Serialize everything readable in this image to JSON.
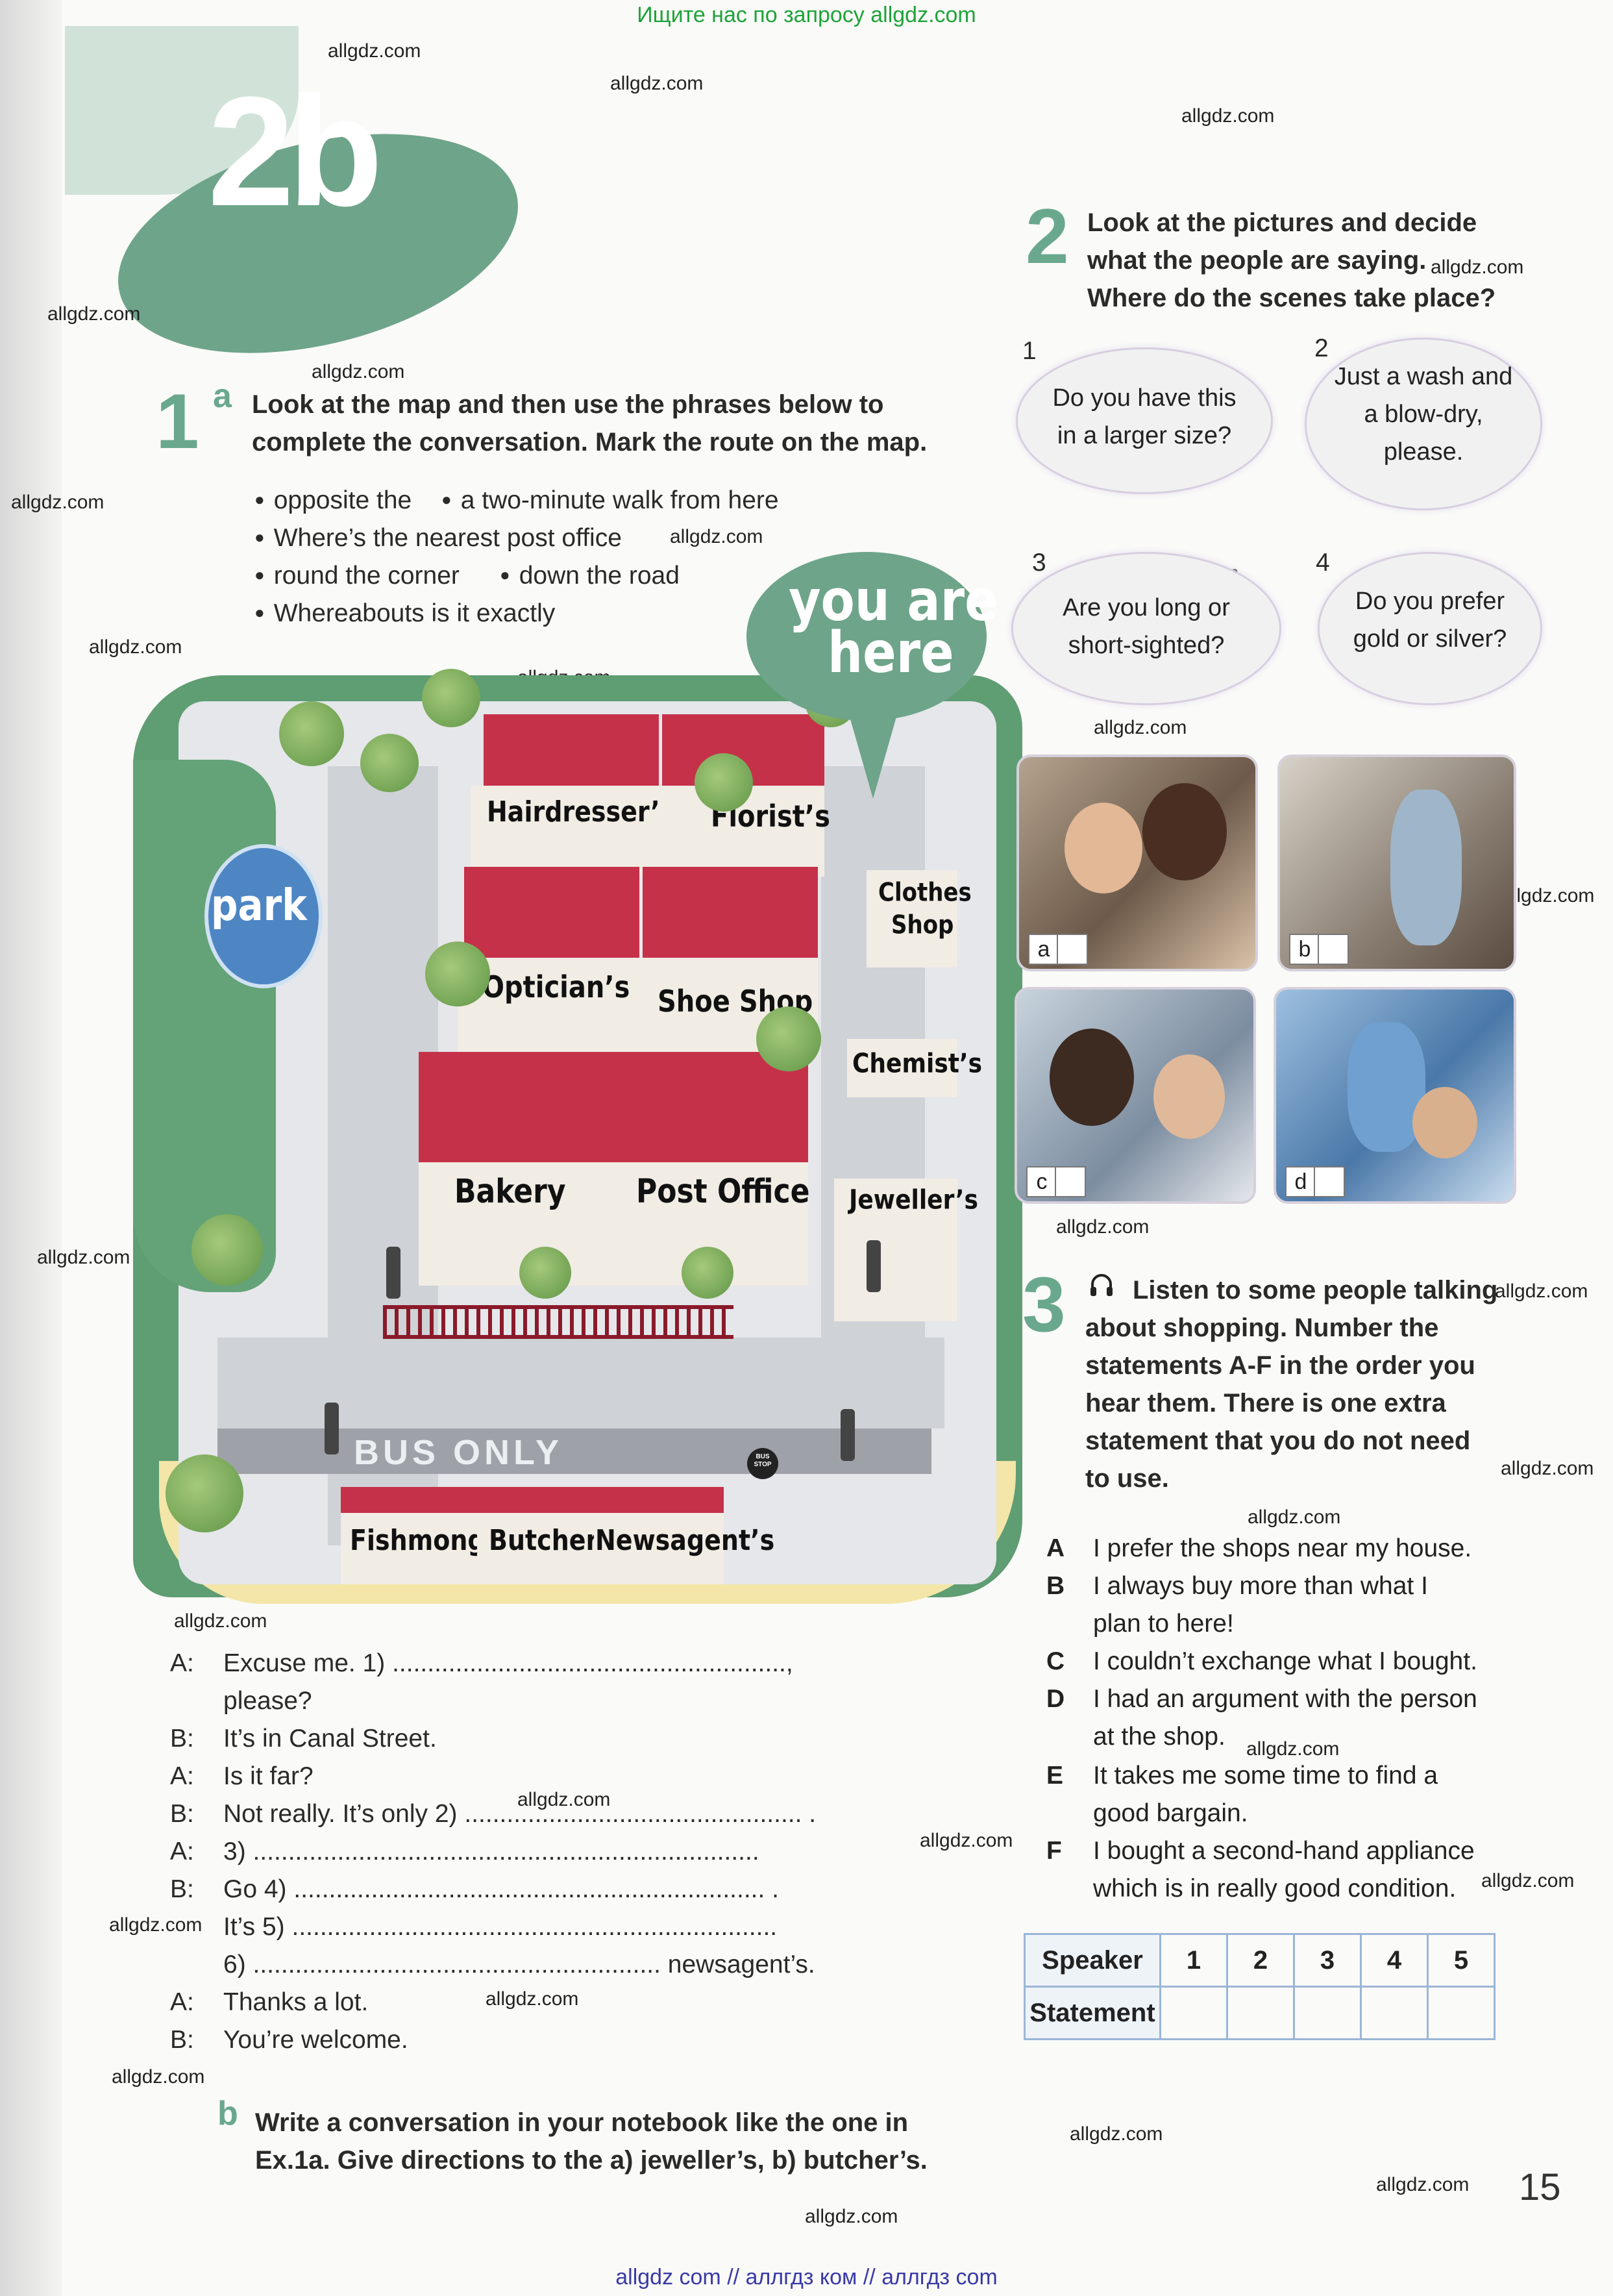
{
  "banner": {
    "top": "Ищите нас по запросу allgdz.com",
    "bottom": "allgdz com  //  аллгдз ком  //  аллгдз com"
  },
  "unit": "2b",
  "watermark": "allgdz.com",
  "ex1": {
    "number": "1",
    "a": {
      "letter": "a",
      "instruction_line1": "Look at the map and then use the phrases below to",
      "instruction_line2": "complete the conversation. Mark the route on the map.",
      "phrases": [
        "opposite the",
        "a two-minute walk from here",
        "Where’s the nearest post office",
        "round the corner",
        "down the road",
        "Whereabouts is it exactly"
      ]
    },
    "map": {
      "you_are_here_1": "you are",
      "you_are_here_2": "here",
      "park": "park",
      "shops": {
        "hairdresser": "Hairdresser’s",
        "florist": "Florist’s",
        "clothes_1": "Clothes",
        "clothes_2": "Shop",
        "optician": "Optician’s",
        "shoe": "Shoe Shop",
        "chemist": "Chemist’s",
        "bakery": "Bakery",
        "post_office": "Post Office",
        "jeweller": "Jeweller’s",
        "fishmonger": "Fishmonger’s",
        "butcher": "Butcher’s",
        "newsagent": "Newsagent’s"
      },
      "bus_only": "BUS ONLY",
      "bus_stop": "BUS STOP"
    },
    "dialogue": [
      {
        "speaker": "A:",
        "text": "Excuse me. 1) ........................................................,"
      },
      {
        "speaker": "",
        "text": "please?"
      },
      {
        "speaker": "B:",
        "text": "It’s in Canal Street."
      },
      {
        "speaker": "A:",
        "text": "Is it far?"
      },
      {
        "speaker": "B:",
        "text": "Not really. It’s only 2) ................................................ ."
      },
      {
        "speaker": "A:",
        "text": "3) ........................................................................"
      },
      {
        "speaker": "B:",
        "text": "Go 4) ................................................................... ."
      },
      {
        "speaker": "",
        "text": "It’s 5) ....................................................................."
      },
      {
        "speaker": "",
        "text": "6) .......................................................... newsagent’s."
      },
      {
        "speaker": "A:",
        "text": "Thanks a lot."
      },
      {
        "speaker": "B:",
        "text": "You’re welcome."
      }
    ],
    "b": {
      "letter": "b",
      "line1": "Write a conversation in your notebook like the one in",
      "line2": "Ex.1a. Give directions to the a) jeweller’s, b) butcher’s."
    }
  },
  "ex2": {
    "number": "2",
    "line1": "Look at the pictures and decide",
    "line2": "what the people are saying.",
    "line3": "Where do the scenes take place?",
    "bubbles": [
      {
        "n": "1",
        "text": "Do you have this in a larger size?"
      },
      {
        "n": "2",
        "text": "Just a wash and a blow-dry, please."
      },
      {
        "n": "3",
        "text": "Are you long or short-sighted?"
      },
      {
        "n": "4",
        "text": "Do you prefer gold or silver?"
      }
    ],
    "photos": [
      "a",
      "b",
      "c",
      "d"
    ]
  },
  "ex3": {
    "number": "3",
    "icon": "headphones-icon",
    "lines": [
      "Listen to some people talking",
      "about shopping. Number the",
      "statements A-F in the order you",
      "hear them. There is one extra",
      "statement that you do not need",
      "to use."
    ],
    "statements": [
      {
        "letter": "A",
        "text": "I prefer the shops near my house."
      },
      {
        "letter": "B",
        "text": "I always buy more than what I plan to here!"
      },
      {
        "letter": "C",
        "text": "I couldn’t exchange what I bought."
      },
      {
        "letter": "D",
        "text": "I had an argument with the person at the shop."
      },
      {
        "letter": "E",
        "text": "It takes me some time to find a good bargain."
      },
      {
        "letter": "F",
        "text": "I bought a second-hand appliance which is in really good condition."
      }
    ],
    "table": {
      "row1_label": "Speaker",
      "speakers": [
        "1",
        "2",
        "3",
        "4",
        "5"
      ],
      "row2_label": "Statement"
    }
  },
  "page_number": "15"
}
